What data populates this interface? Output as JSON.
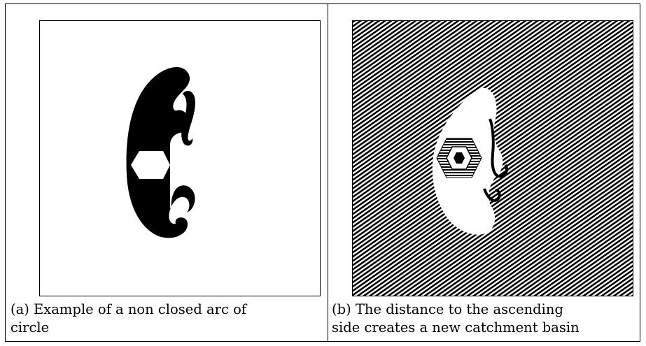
{
  "figures": [
    {
      "caption_line1": "(a) Example of a non closed arc of",
      "caption_line2": "circle"
    },
    {
      "caption_line1": "(b) The distance to the ascending",
      "caption_line2": "side creates a new catchment basin"
    }
  ]
}
